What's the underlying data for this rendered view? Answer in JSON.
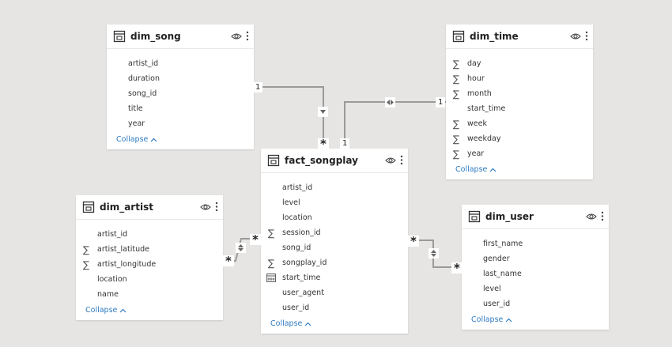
{
  "tables": {
    "dim_song": {
      "title": "dim_song",
      "fields": [
        {
          "name": "artist_id",
          "icon": "none"
        },
        {
          "name": "duration",
          "icon": "none"
        },
        {
          "name": "song_id",
          "icon": "none"
        },
        {
          "name": "title",
          "icon": "none"
        },
        {
          "name": "year",
          "icon": "none"
        }
      ],
      "collapse": "Collapse"
    },
    "dim_time": {
      "title": "dim_time",
      "fields": [
        {
          "name": "day",
          "icon": "sigma-icon"
        },
        {
          "name": "hour",
          "icon": "sigma-icon"
        },
        {
          "name": "month",
          "icon": "sigma-icon"
        },
        {
          "name": "start_time",
          "icon": "none"
        },
        {
          "name": "week",
          "icon": "sigma-icon"
        },
        {
          "name": "weekday",
          "icon": "sigma-icon"
        },
        {
          "name": "year",
          "icon": "sigma-icon"
        }
      ],
      "collapse": "Collapse"
    },
    "fact_songplay": {
      "title": "fact_songplay",
      "fields": [
        {
          "name": "artist_id",
          "icon": "none"
        },
        {
          "name": "level",
          "icon": "none"
        },
        {
          "name": "location",
          "icon": "none"
        },
        {
          "name": "session_id",
          "icon": "sigma-icon"
        },
        {
          "name": "song_id",
          "icon": "none"
        },
        {
          "name": "songplay_id",
          "icon": "sigma-icon"
        },
        {
          "name": "start_time",
          "icon": "calendar-icon"
        },
        {
          "name": "user_agent",
          "icon": "none"
        },
        {
          "name": "user_id",
          "icon": "none"
        }
      ],
      "collapse": "Collapse"
    },
    "dim_artist": {
      "title": "dim_artist",
      "fields": [
        {
          "name": "artist_id",
          "icon": "none"
        },
        {
          "name": "artist_latitude",
          "icon": "sigma-icon"
        },
        {
          "name": "artist_longitude",
          "icon": "sigma-icon"
        },
        {
          "name": "location",
          "icon": "none"
        },
        {
          "name": "name",
          "icon": "none"
        }
      ],
      "collapse": "Collapse"
    },
    "dim_user": {
      "title": "dim_user",
      "fields": [
        {
          "name": "first_name",
          "icon": "none"
        },
        {
          "name": "gender",
          "icon": "none"
        },
        {
          "name": "last_name",
          "icon": "none"
        },
        {
          "name": "level",
          "icon": "none"
        },
        {
          "name": "user_id",
          "icon": "none"
        }
      ],
      "collapse": "Collapse"
    }
  },
  "relationships": {
    "song_fact": {
      "one_label": "1",
      "many_label": "*"
    },
    "time_fact": {
      "one_label": "1",
      "one_label_fact": "1"
    },
    "artist_fact": {
      "many_label_fact": "*",
      "many_label_artist": "*"
    },
    "user_fact": {
      "many_label_fact": "*",
      "many_label_user": "*"
    }
  },
  "colors": {
    "background": "#e6e5e3",
    "link_line": "#9a9a9a",
    "collapse_link": "#2f7bc2"
  }
}
